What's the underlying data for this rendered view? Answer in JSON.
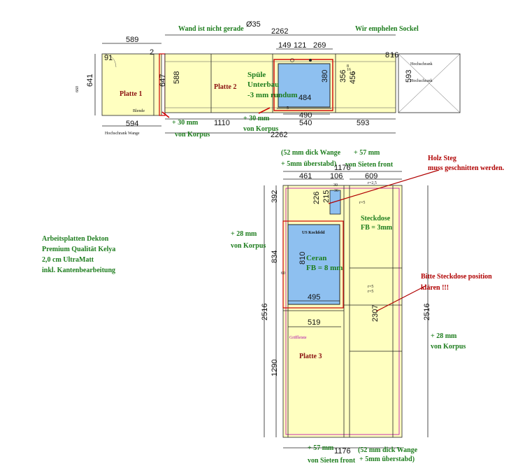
{
  "top_notes": {
    "wall": "Wand ist nicht gerade",
    "diameter": "Ø35",
    "sockel": "Wir emphelen Sockel"
  },
  "top_dims": {
    "d589": "589",
    "d2262_top": "2262",
    "d149": "149",
    "d121": "121",
    "d269": "269",
    "d91": "91",
    "d2": "2",
    "d660": "660",
    "d641": "641",
    "d647": "647",
    "d588": "588",
    "d380": "380",
    "d356": "356",
    "d456": "456",
    "d593_right": "593",
    "d484": "484",
    "d490": "490",
    "d594": "594",
    "d1110": "1110",
    "d540": "540",
    "d593_bottom": "593",
    "d2262_bottom": "2262",
    "d8": "8",
    "d16": "16",
    "d5": "5",
    "d4": "4",
    "d8_right": "8",
    "d16_right": "16",
    "d5_right": "5"
  },
  "top_labels": {
    "platte1": "Platte 1",
    "platte2": "Platte 2",
    "spuele_1": "Spüle",
    "spuele_2": "Unterbau",
    "spuele_3": "-3 mm rundum",
    "blende": "Blende",
    "hochschrank_wange": "Hochschrank Wange",
    "hochschrank_1": "Hochschrank",
    "hochschrank_2": "Hochschrank",
    "plus30_left_1": "+ 30 mm",
    "plus30_left_2": "von Korpus",
    "plus30_mid_1": "+ 30 mm",
    "plus30_mid_2": "von Korpus"
  },
  "bottom_notes": {
    "dick_top_1": "(52 mm dick Wange",
    "dick_top_2": "+ 5mm überstabd)",
    "plus57_top_1": "+ 57 mm",
    "plus57_top_2": "von Sieten front",
    "holz_1": "Holz Steg",
    "holz_2": "muss geschnitten werden.",
    "plus28_left_1": "+ 28 mm",
    "plus28_left_2": "von Korpus",
    "steck_1": "Bitte Steckdose position",
    "steck_2": "klären !!!",
    "plus28_right_1": "+ 28 mm",
    "plus28_right_2": "von Korpus",
    "plus57_bot_1": "+ 57 mm",
    "plus57_bot_2": "von Sieten front",
    "dick_bot_1": "(52 mm dick Wange",
    "dick_bot_2": "+ 5mm überstabd)"
  },
  "bottom_dims": {
    "d1176_top": "1176",
    "d461": "461",
    "d106": "106",
    "d609": "609",
    "r2_5": "r=2,5",
    "d392": "392",
    "d226": "226",
    "d215": "215",
    "d834": "834",
    "d810": "810",
    "d495": "495",
    "d2516_left": "2516",
    "d2516_right": "2516",
    "d519": "519",
    "d2307": "2307",
    "d1290": "1290",
    "d1176_bottom": "1176",
    "d30": "30",
    "d36": "36",
    "d60": "60",
    "r5_a": "r=5",
    "r5_b": "r=5",
    "r5_c": "r=5"
  },
  "bottom_labels": {
    "us_kochfeld": "US Kochfeld",
    "ceran_1": "Ceran",
    "ceran_2": "FB = 8 mm",
    "steckdose_1": "Steckdose",
    "steckdose_2": "FB = 3mm",
    "platte3": "Platte 3",
    "schubkasten": "Griffleiste"
  },
  "info": {
    "line1": "Arbeitsplatten Dekton",
    "line2": "Premium Qualität Kelya",
    "line3": "2,0 cm UltraMatt",
    "line4": "inkl. Kantenbearbeitung"
  },
  "colors": {
    "worktop": "#ffffc0",
    "sink": "#8ec0f0",
    "hob": "#8ec0f0",
    "note_green": "#1e7d1e",
    "note_red": "#b00000",
    "outline": "#222222"
  }
}
